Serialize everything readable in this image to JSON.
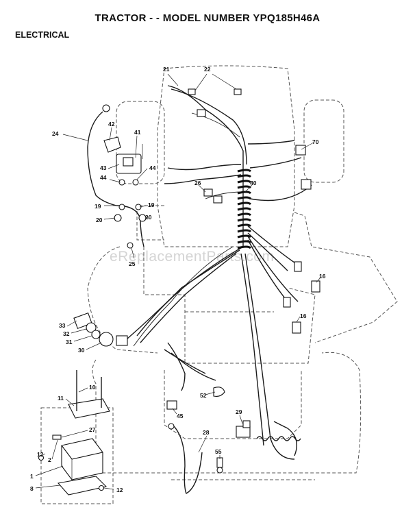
{
  "header": {
    "title": "TRACTOR - - MODEL NUMBER YPQ185H46A",
    "section": "ELECTRICAL"
  },
  "watermark": "eReplacementParts.com",
  "callouts": [
    "21",
    "22",
    "24",
    "42",
    "41",
    "43",
    "44",
    "44",
    "70",
    "19",
    "19",
    "26",
    "40",
    "20",
    "20",
    "25",
    "16",
    "16",
    "33",
    "32",
    "31",
    "30",
    "10",
    "11",
    "27",
    "12",
    "2",
    "1",
    "8",
    "12",
    "52",
    "45",
    "28",
    "29",
    "55"
  ]
}
